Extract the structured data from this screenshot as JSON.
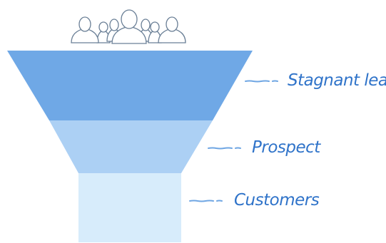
{
  "stages": [
    {
      "label": "Stagnant leads",
      "color": "#6fa8e6"
    },
    {
      "label": "Prospect",
      "color": "#acd0f4"
    },
    {
      "label": "Customers",
      "color": "#d7ecfb"
    }
  ],
  "people_icon": "crowd-of-people-icon",
  "accent_color": "#2f73c9"
}
